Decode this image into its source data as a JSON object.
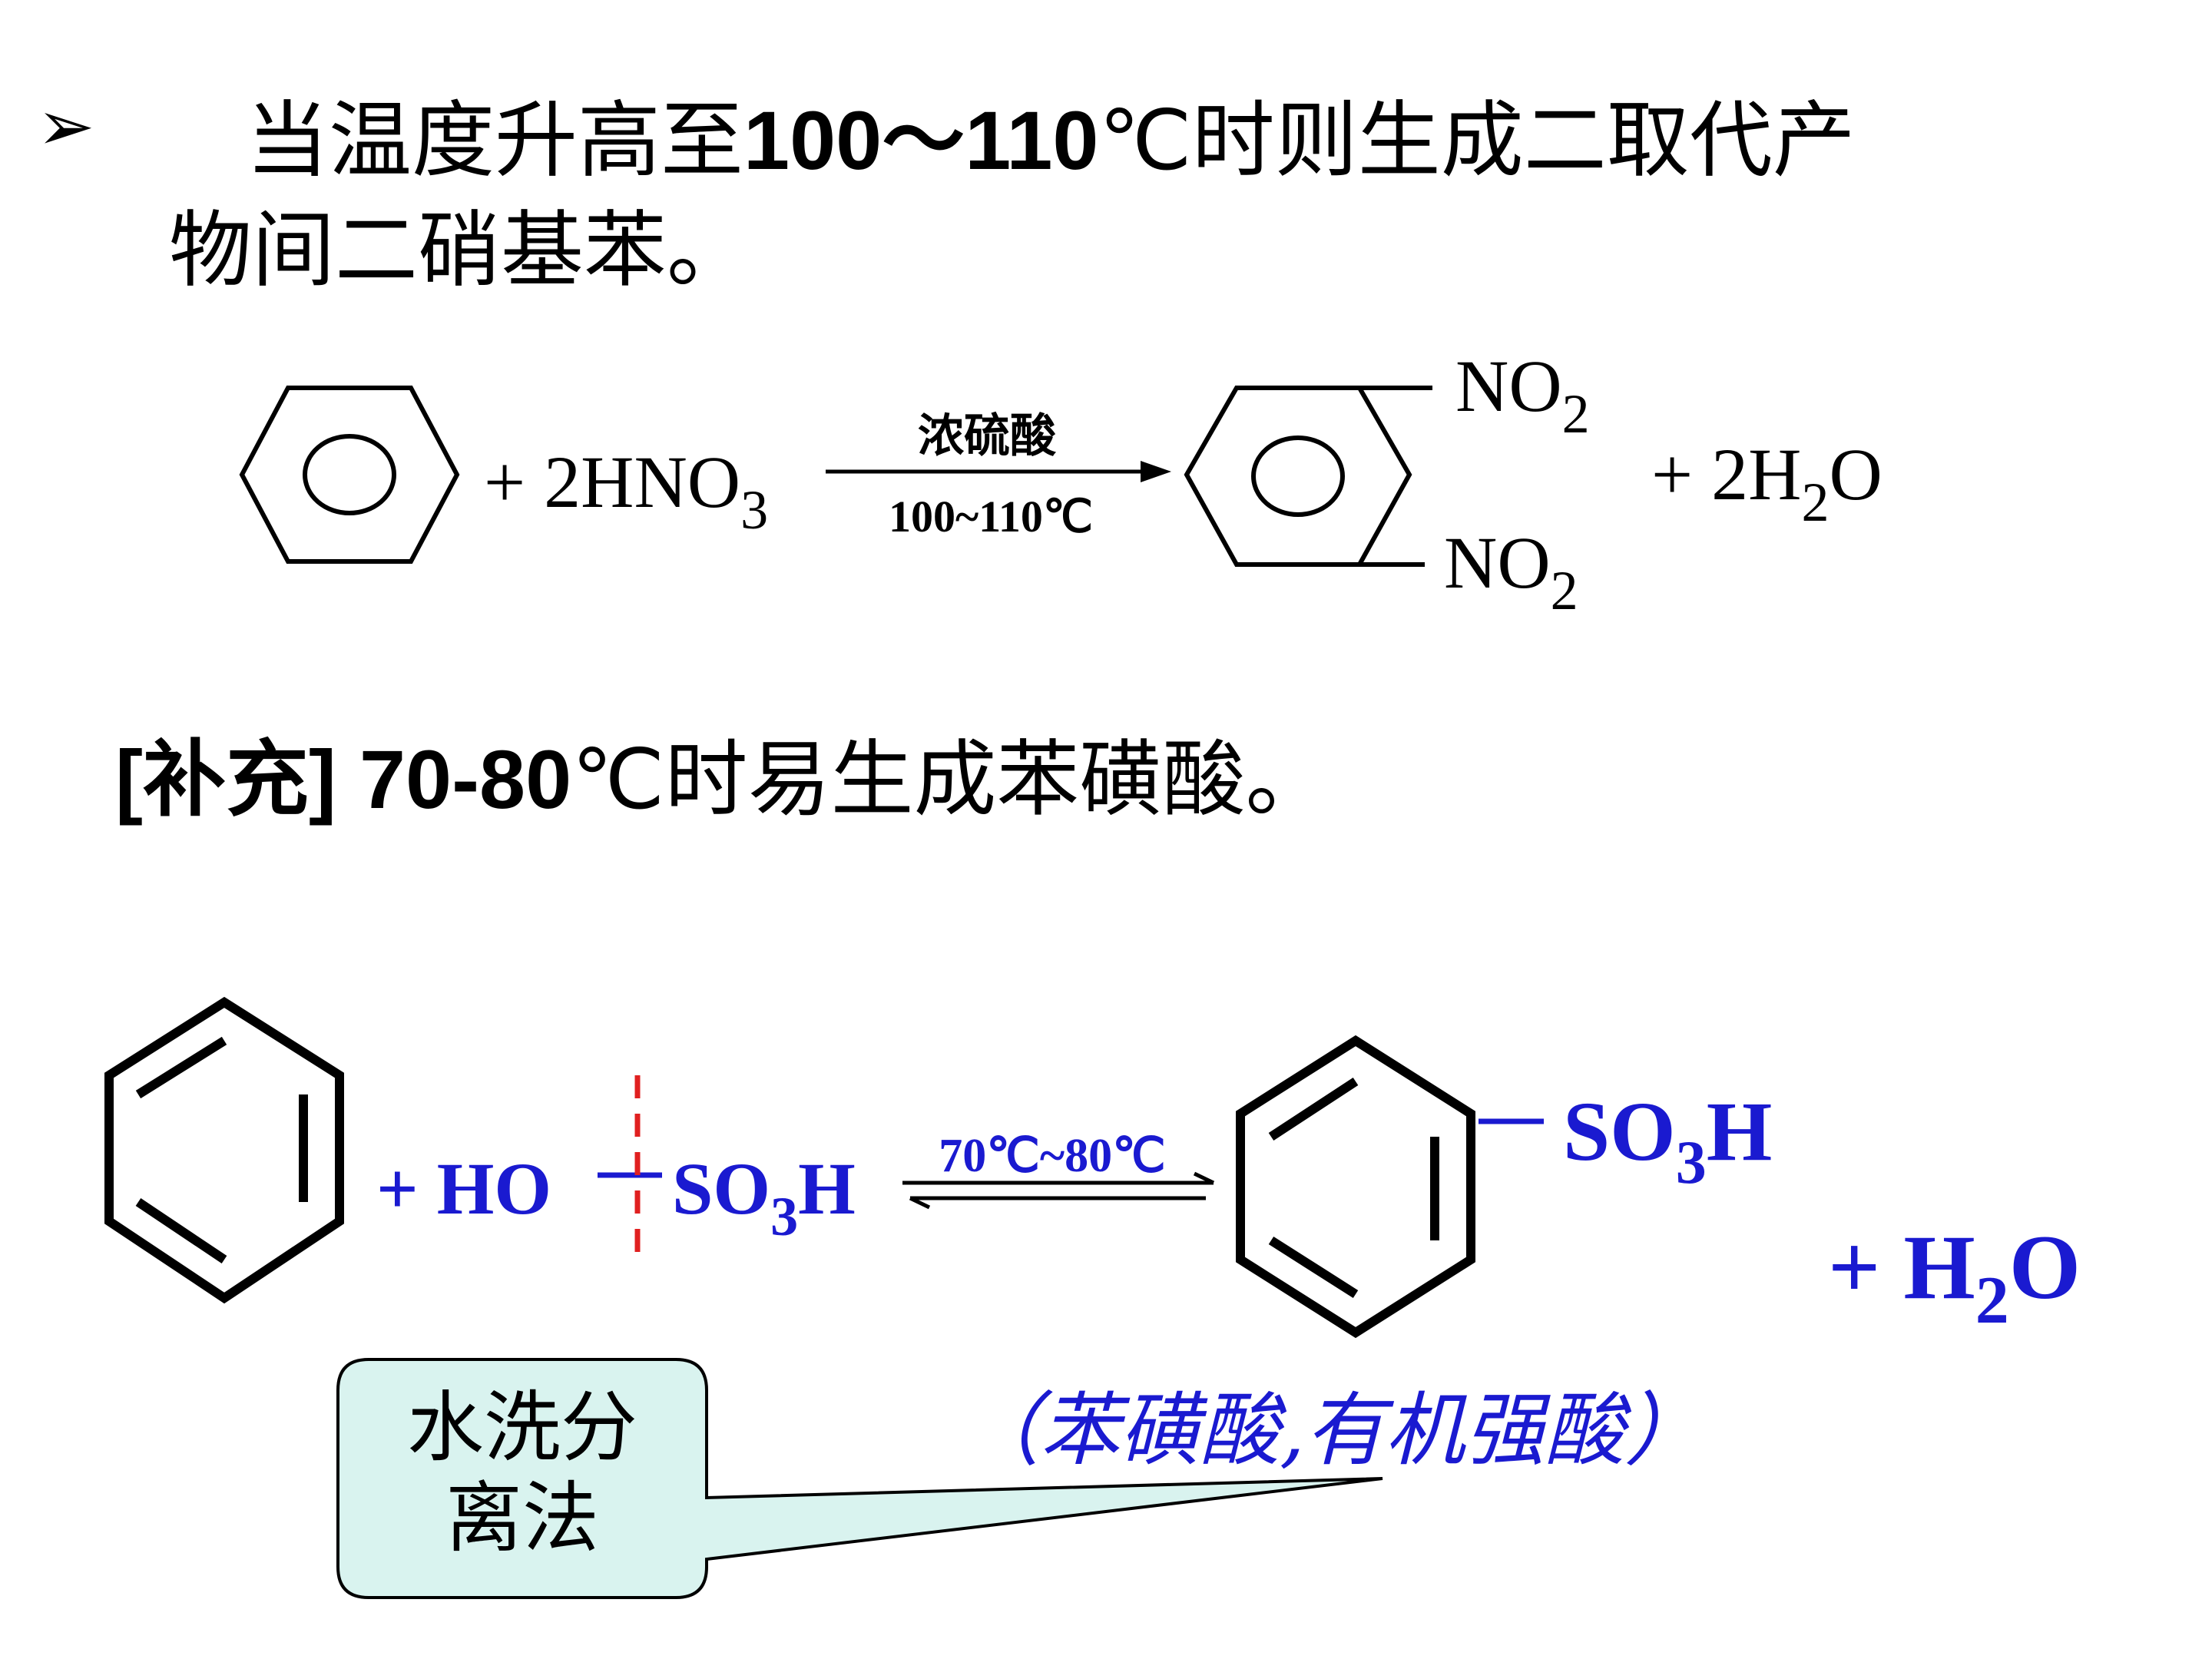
{
  "bullet_glyph": "➢",
  "heading": {
    "part1": "当温度升高至",
    "temp": "100～110",
    "part2": "℃时则生成二取代产",
    "line2": "物间二硝基苯。"
  },
  "reaction1": {
    "reagent": "+ 2HNO",
    "reagent_sub": "3",
    "catalyst": "浓硫酸",
    "condition": "100~110℃",
    "substituent_top": "NO",
    "substituent_top_sub": "2",
    "substituent_bottom": "NO",
    "substituent_bottom_sub": "2",
    "byproduct": "+ 2H",
    "byproduct_sub": "2",
    "byproduct_tail": "O"
  },
  "supplement": {
    "bracket": "[补充]",
    "temp": " 70-80",
    "rest": "℃时易生成苯磺酸。"
  },
  "reaction2": {
    "reagent_prefix": "+ HO",
    "reagent_group": "SO",
    "reagent_group_sub": "3",
    "reagent_group_tail": "H",
    "condition": "70℃~80℃",
    "product_group": "SO",
    "product_group_sub": "3",
    "product_group_tail": "H",
    "byproduct": "+ H",
    "byproduct_sub": "2",
    "byproduct_tail": "O",
    "color": "#1a1ad0",
    "cut_color": "#e02020"
  },
  "callout": {
    "line1": "水洗分",
    "line2": "离法",
    "fill": "#d9f3ef"
  },
  "note": "（苯磺酸,有机强酸）"
}
